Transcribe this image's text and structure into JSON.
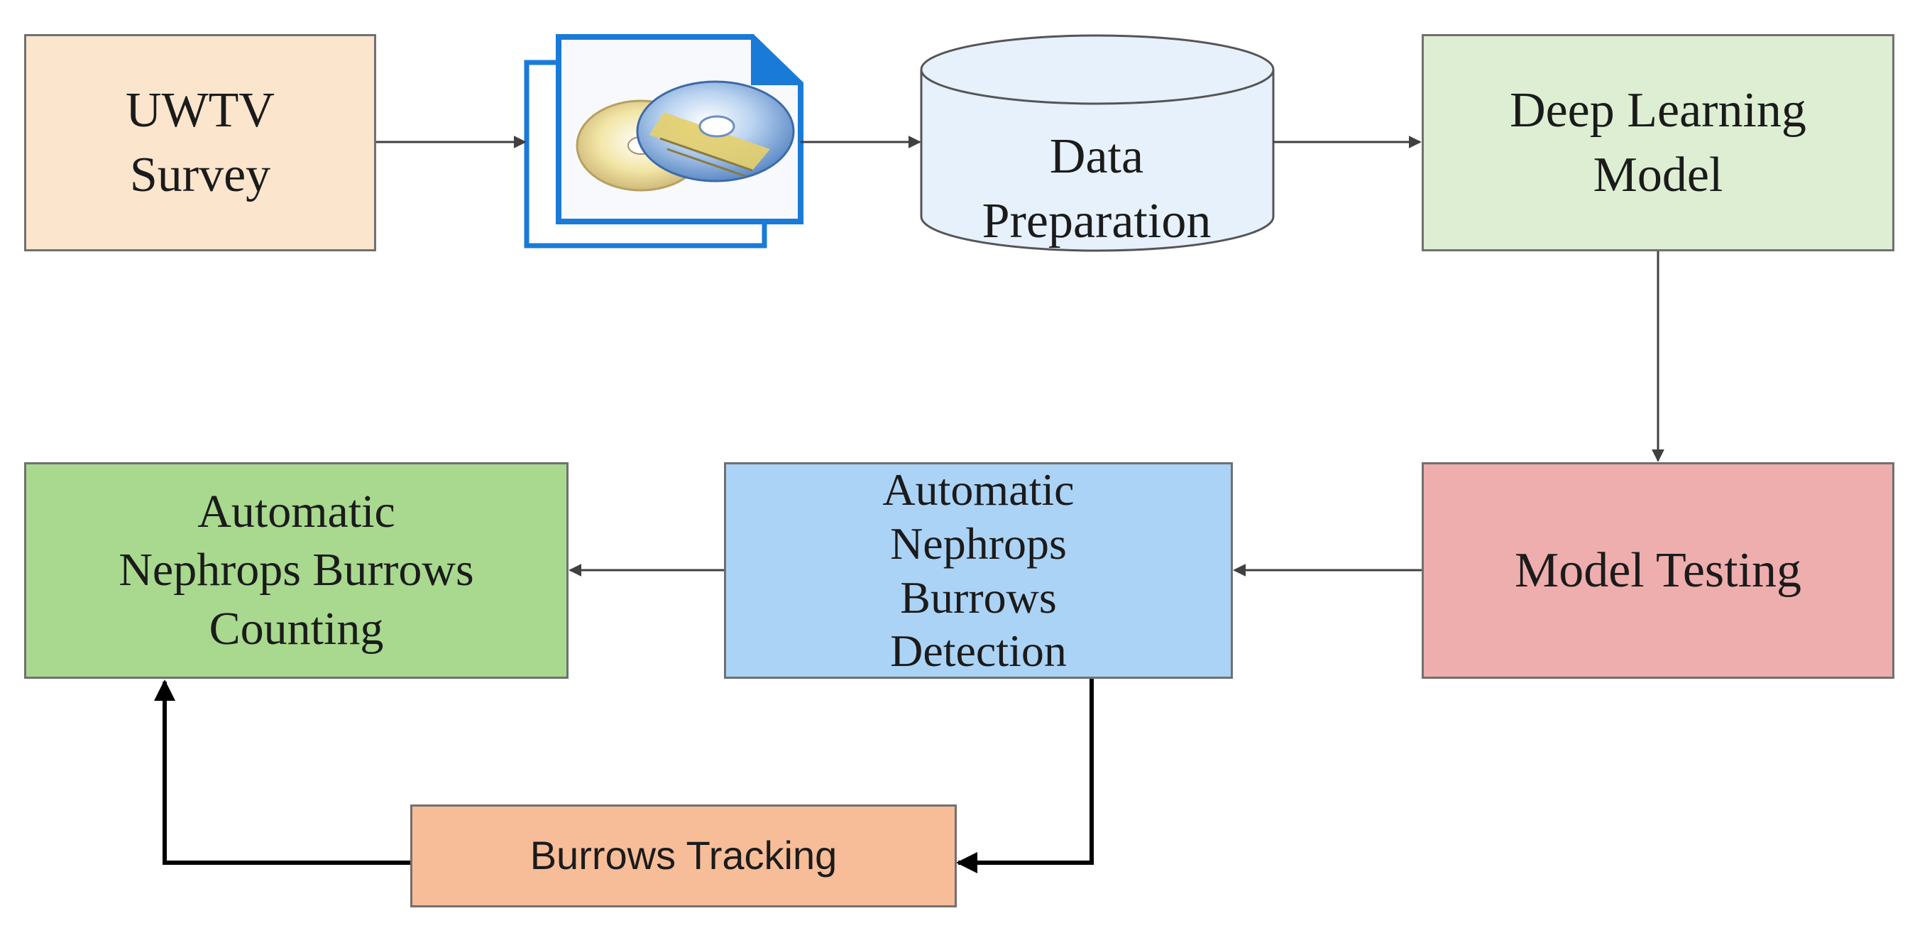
{
  "nodes": {
    "uwtv_survey": "UWTV\nSurvey",
    "data_preparation": "Data\nPreparation",
    "deep_learning_model": "Deep Learning\nModel",
    "model_testing": "Model Testing",
    "burrows_detection": "Automatic\nNephrops\nBurrows\nDetection",
    "burrows_counting": "Automatic\nNephrops Burrows\nCounting",
    "burrows_tracking": "Burrows Tracking"
  },
  "icons": {
    "data_files": "disc-files-icon",
    "database": "database-cylinder-icon"
  },
  "colors": {
    "uwtv": "#fbe5cd",
    "data_prep": "#e6f1fb",
    "deep_learning": "#ddeed3",
    "model_testing": "#eeaeae",
    "detection": "#abd3f5",
    "counting": "#a8d98e",
    "tracking": "#f6bd98",
    "file_icon_blue": "#1a7ad8"
  }
}
